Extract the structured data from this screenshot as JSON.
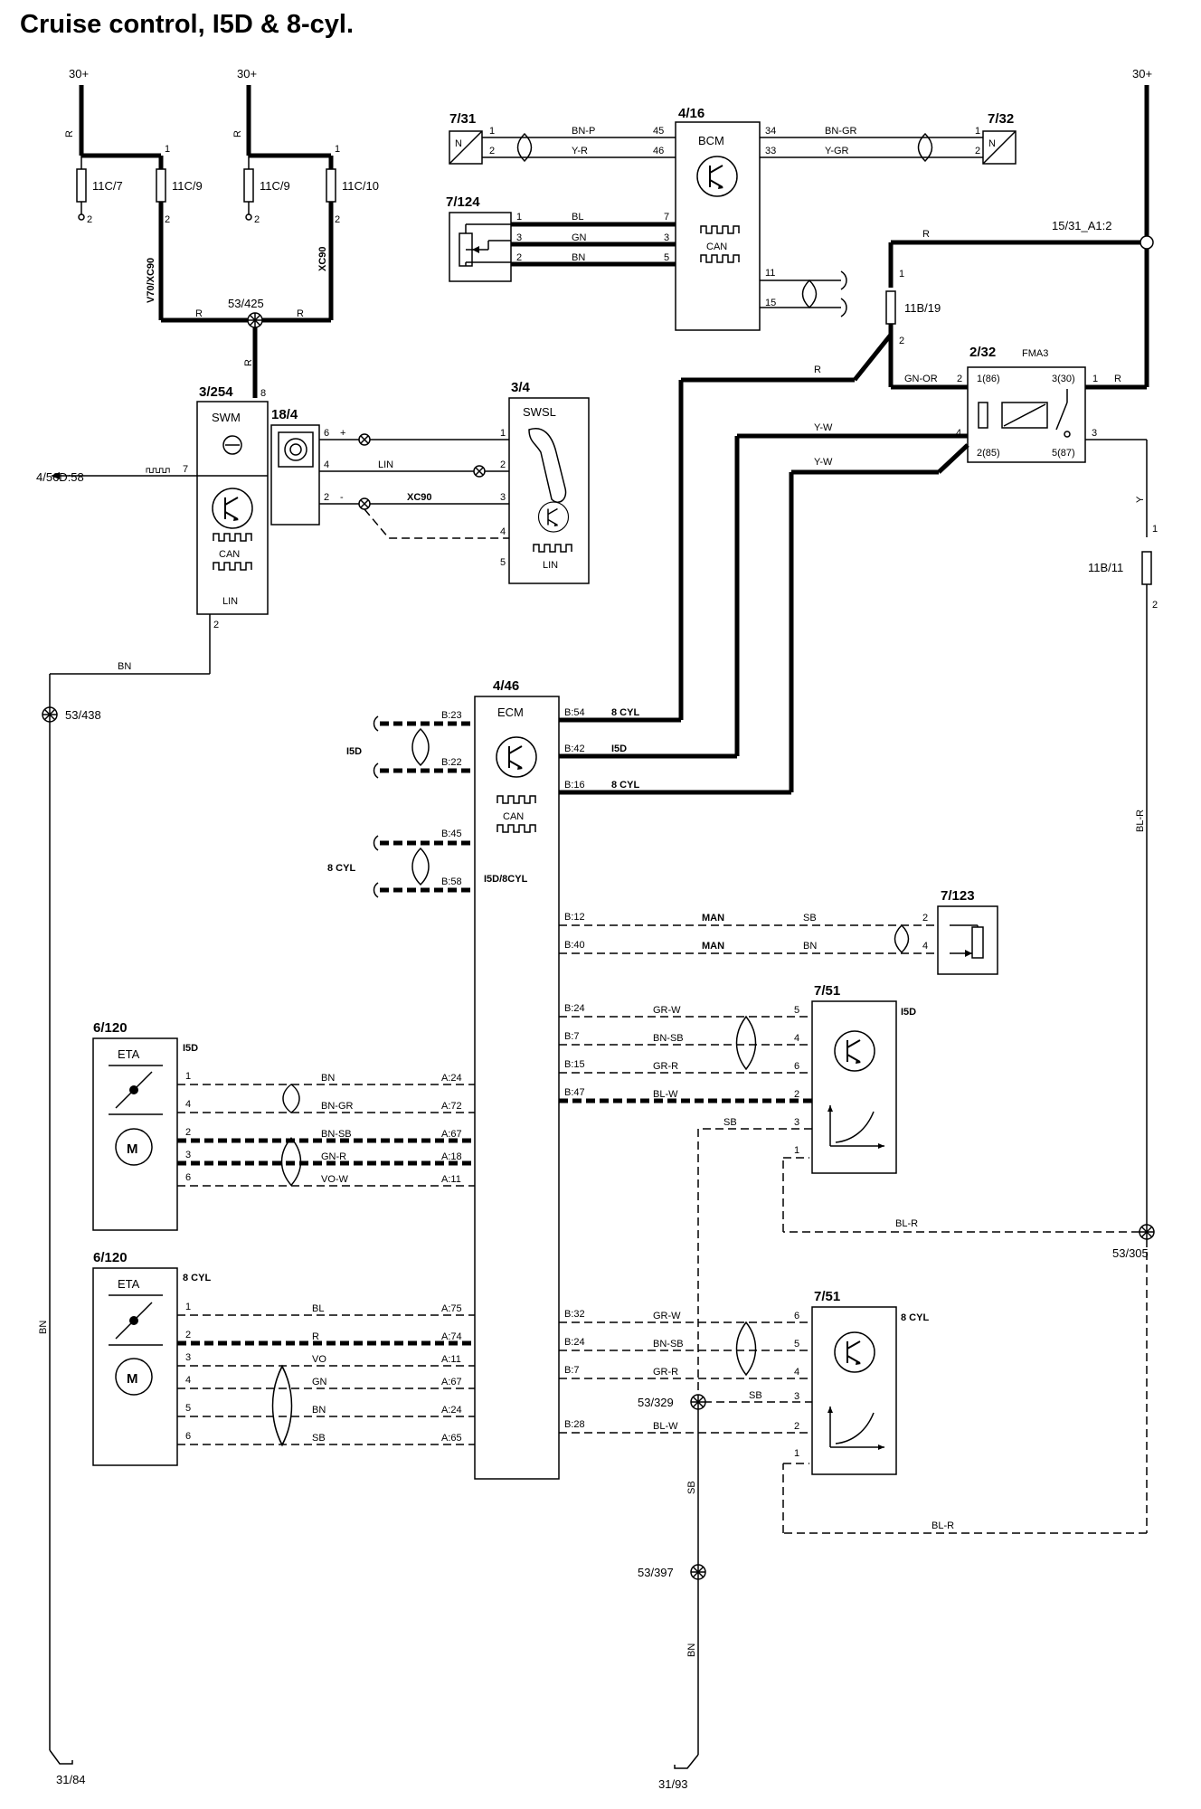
{
  "title": "Cruise control, I5D & 8-cyl.",
  "supplies": {
    "s1": "30+",
    "s2": "30+",
    "s3": "30+",
    "r1": "R",
    "r2": "R",
    "r3": "R",
    "r4": "R",
    "r5": "R",
    "r6": "R"
  },
  "fuses": {
    "f1": "11C/7",
    "f2": "11C/9",
    "f3": "11C/9",
    "f4": "11C/10",
    "f5": "11B/19",
    "f6": "11B/11",
    "p1": "1",
    "p2": "2"
  },
  "variants": {
    "v70": "V70/XC90",
    "xc90": "XC90",
    "xc90b": "XC90",
    "i5d": "I5D",
    "cyl8": "8 CYL",
    "man": "MAN",
    "i5d8": "I5D/8CYL"
  },
  "grounds": {
    "g425": "53/425",
    "g438": "53/438",
    "g305": "53/305",
    "g329": "53/329",
    "g397": "53/397",
    "gnd84": "31/84",
    "gnd93": "31/93",
    "j1531": "15/31_A1:2"
  },
  "components": {
    "c731": "7/31",
    "c732": "7/32",
    "c7124": "7/124",
    "c416": "4/16",
    "bcm": "BCM",
    "c3254": "3/254",
    "swm": "SWM",
    "c184": "18/4",
    "c34": "3/4",
    "swsl": "SWSL",
    "c232": "2/32",
    "fma3": "FMA3",
    "c446": "4/46",
    "ecm": "ECM",
    "c7123": "7/123",
    "c751": "7/51",
    "c6120": "6/120",
    "eta": "ETA",
    "ext": "4/56D:58",
    "can": "CAN",
    "lin": "LIN",
    "n": "N",
    "m": "M"
  },
  "wires": {
    "bnp": "BN-P",
    "yr": "Y-R",
    "bngr": "BN-GR",
    "ygr": "Y-GR",
    "bl": "BL",
    "gn": "GN",
    "bn": "BN",
    "gnor": "GN-OR",
    "yw": "Y-W",
    "y": "Y",
    "blr": "BL-R",
    "sb": "SB",
    "grw": "GR-W",
    "bnsb": "BN-SB",
    "grr": "GR-R",
    "blw": "BL-W",
    "gnr": "GN-R",
    "vow": "VO-W",
    "vo": "VO",
    "r": "R"
  },
  "pins": {
    "ecm": {
      "b54": "B:54",
      "b42": "B:42",
      "b16": "B:16",
      "b23": "B:23",
      "b22": "B:22",
      "b45": "B:45",
      "b58": "B:58",
      "b12": "B:12",
      "b40": "B:40",
      "b24": "B:24",
      "b7": "B:7",
      "b15": "B:15",
      "b47": "B:47",
      "b32": "B:32",
      "b28": "B:28",
      "a24": "A:24",
      "a72": "A:72",
      "a67": "A:67",
      "a18": "A:18",
      "a11": "A:11",
      "a75": "A:75",
      "a74": "A:74",
      "a65": "A:65"
    },
    "relay": {
      "p86": "1(86)",
      "p30": "3(30)",
      "p85": "2(85)",
      "p87": "5(87)"
    },
    "n": {
      "n1": "1",
      "n2": "2",
      "n3": "3",
      "n4": "4",
      "n5": "5",
      "n6": "6",
      "n7": "7",
      "n8": "8",
      "n11": "11",
      "n15": "15",
      "n33": "33",
      "n34": "34",
      "n45": "45",
      "n46": "46",
      "plus": "+",
      "minus": "-"
    }
  }
}
